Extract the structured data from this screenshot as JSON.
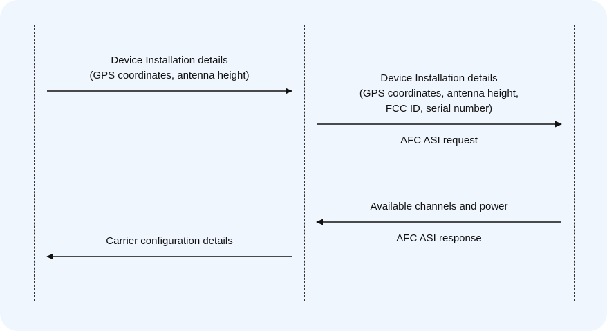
{
  "colors": {
    "background": "#f0f6fe",
    "line": "#111111"
  },
  "messages": {
    "install_left": {
      "line1": "Device Installation details",
      "line2": "(GPS coordinates, antenna height)"
    },
    "install_right": {
      "line1": "Device Installation details",
      "line2": "(GPS coordinates, antenna height,",
      "line3": "FCC ID, serial number)"
    },
    "afc_request": "AFC ASI request",
    "available": "Available channels and power",
    "afc_response": "AFC ASI response",
    "carrier": "Carrier configuration details"
  }
}
